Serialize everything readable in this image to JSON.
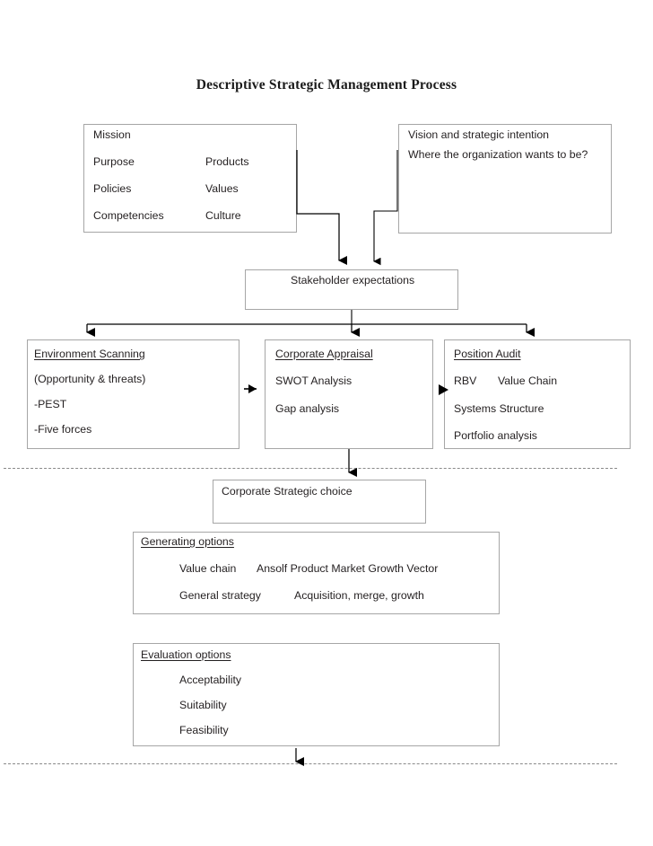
{
  "title": "Descriptive Strategic Management Process",
  "boxes": {
    "mission": {
      "heading": "Mission",
      "rows": [
        {
          "left": "Purpose",
          "right": "Products"
        },
        {
          "left": "Policies",
          "right": "Values"
        },
        {
          "left": "Competencies",
          "right": "Culture"
        }
      ]
    },
    "vision": {
      "heading": "Vision and strategic intention",
      "line2": "Where the organization wants to be?"
    },
    "stakeholder": {
      "label": "Stakeholder expectations"
    },
    "environment": {
      "heading": "Environment Scanning",
      "items": [
        "(Opportunity & threats)",
        "-PEST",
        "-Five forces"
      ]
    },
    "appraisal": {
      "heading": "Corporate Appraisal",
      "items": [
        "SWOT Analysis",
        "Gap analysis"
      ]
    },
    "position": {
      "heading": "Position Audit",
      "row1_left": "RBV",
      "row1_right": "Value Chain",
      "items": [
        "Systems Structure",
        "Portfolio analysis"
      ]
    },
    "strategic_choice": {
      "label": "Corporate Strategic choice"
    },
    "generating": {
      "heading": "Generating options",
      "rows": [
        {
          "left": "Value chain",
          "right": "Ansolf Product Market Growth Vector"
        },
        {
          "left": "General strategy",
          "right": "Acquisition, merge, growth"
        }
      ]
    },
    "evaluation": {
      "heading": "Evaluation options",
      "items": [
        "Acceptability",
        "Suitability",
        "Feasibility"
      ]
    }
  },
  "colors": {
    "box_border": "#a6a6a6",
    "connector": "#000000",
    "dashed_divider": "#8a8a8a",
    "text": "#231f20"
  }
}
